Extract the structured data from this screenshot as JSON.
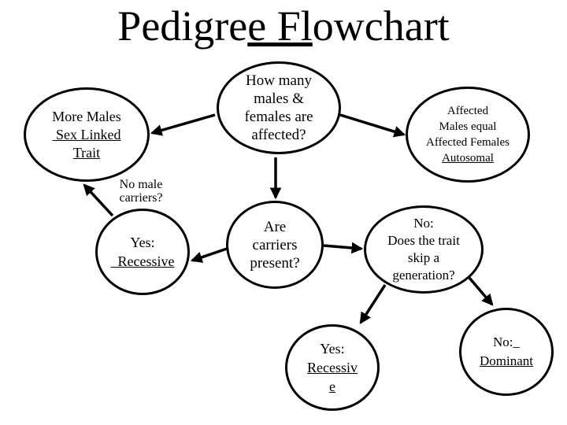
{
  "title": {
    "pre": "Pedigre",
    "underlined": "e Fl",
    "post": "owchart"
  },
  "nodes": {
    "how_many": {
      "lines": [
        "How many",
        "males &",
        "females are",
        "affected?"
      ]
    },
    "more_males": {
      "lines": [
        "More Males",
        " Sex Linked",
        "Trait"
      ]
    },
    "affected_equal": {
      "lines": [
        "Affected",
        "Males equal",
        "Affected Females",
        "Autosomal"
      ]
    },
    "no_male_carriers": {
      "lines": [
        "No male",
        "carriers?"
      ]
    },
    "are_carriers": {
      "lines": [
        "Are",
        "carriers",
        "present?"
      ]
    },
    "yes_recessive": {
      "lines": [
        "Yes:",
        "  Recessive"
      ]
    },
    "no_skip": {
      "lines": [
        "No:",
        "Does the trait",
        "skip a",
        "generation?"
      ]
    },
    "yes_recessive_bottom": {
      "lines": [
        "Yes:",
        "Recessiv",
        "e"
      ]
    },
    "no_dominant": {
      "lines": [
        "No:_",
        "Dominant"
      ]
    }
  },
  "colors": {
    "ink": "#000000",
    "background": "#ffffff"
  }
}
